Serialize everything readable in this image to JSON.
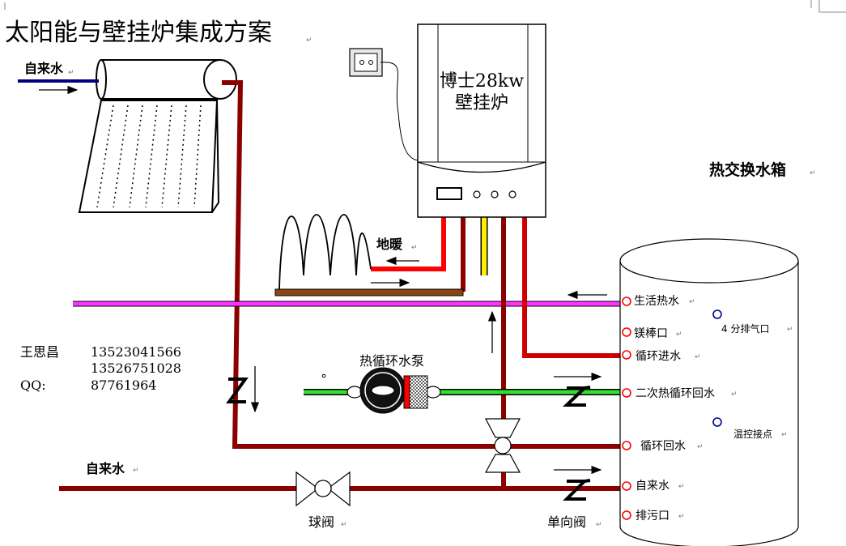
{
  "title": "太阳能与壁挂炉集成方案",
  "solar": {
    "inlet_label": "自来水"
  },
  "boiler": {
    "line1": "博士28kw",
    "line2": "壁挂炉"
  },
  "floor_heating_label": "地暖",
  "tank": {
    "title": "热交换水箱",
    "ports": {
      "domestic_hot": "生活热水",
      "mg_rod": "镁棒口",
      "circ_in": "循环进水",
      "secondary_return": "二次热循环回水",
      "circ_return": "循环回水",
      "tap_water": "自来水",
      "drain": "排污口"
    },
    "vent": "4 分排气口",
    "temp_point": "温控接点"
  },
  "pump_label": "热循环水泵",
  "main_inlet_label": "自来水",
  "ball_valve_label": "球阀",
  "check_valve_label": "单向阀",
  "contact": {
    "name": "王思昌",
    "phone1": "13523041566",
    "phone2": "13526751028",
    "qq_label": "QQ:",
    "qq": "87761964"
  },
  "colors": {
    "dark_red_pipe": "#8b0000",
    "red_pipe": "#ff0000",
    "magenta_pipe": "#ff33ff",
    "green_pipe": "#33dd33",
    "yellow_pipe": "#ffee00",
    "floor_pipe": "#8b4513",
    "inlet_blue": "#000080",
    "port_ring": "#ff0000",
    "point_ring": "#000099"
  }
}
